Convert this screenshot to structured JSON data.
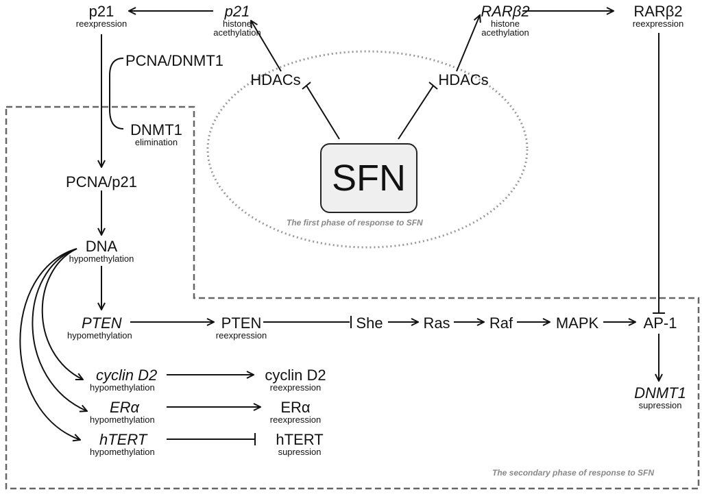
{
  "center": {
    "label": "SFN"
  },
  "phases": {
    "first": "The first phase of response to SFN",
    "secondary": "The secondary phase of response to SFN"
  },
  "nodes": {
    "p21_reexp": {
      "main": "p21",
      "sub": "reexpression"
    },
    "p21_hist": {
      "main": "p21",
      "sub1": "histone",
      "sub2": "acethylation"
    },
    "rarb2_hist": {
      "main": "RARβ2",
      "sub1": "histone",
      "sub2": "acethylation"
    },
    "rarb2_reexp": {
      "main": "RARβ2",
      "sub": "reexpression"
    },
    "hdacs_left": {
      "main": "HDACs"
    },
    "hdacs_right": {
      "main": "HDACs"
    },
    "pcna_dnmt1": {
      "main": "PCNA/DNMT1"
    },
    "dnmt1_elim": {
      "main": "DNMT1",
      "sub": "elimination"
    },
    "pcna_p21": {
      "main": "PCNA/p21"
    },
    "dna": {
      "main": "DNA",
      "sub": "hypomethylation"
    },
    "pten_hypo": {
      "main": "PTEN",
      "sub": "hypomethylation"
    },
    "pten_reexp": {
      "main": "PTEN",
      "sub": "reexpression"
    },
    "she": {
      "main": "She"
    },
    "ras": {
      "main": "Ras"
    },
    "raf": {
      "main": "Raf"
    },
    "mapk": {
      "main": "MAPK"
    },
    "ap1": {
      "main": "AP-1"
    },
    "dnmt1_sup": {
      "main": "DNMT1",
      "sub": "supression"
    },
    "cyclin_hypo": {
      "main": "cyclin D2",
      "sub": "hypomethylation"
    },
    "cyclin_reexp": {
      "main": "cyclin D2",
      "sub": "reexpression"
    },
    "era_hypo": {
      "main": "ERα",
      "sub": "hypomethylation"
    },
    "era_reexp": {
      "main": "ERα",
      "sub": "reexpression"
    },
    "htert_hypo": {
      "main": "hTERT",
      "sub": "hypomethylation"
    },
    "htert_sup": {
      "main": "hTERT",
      "sub": "supression"
    }
  }
}
